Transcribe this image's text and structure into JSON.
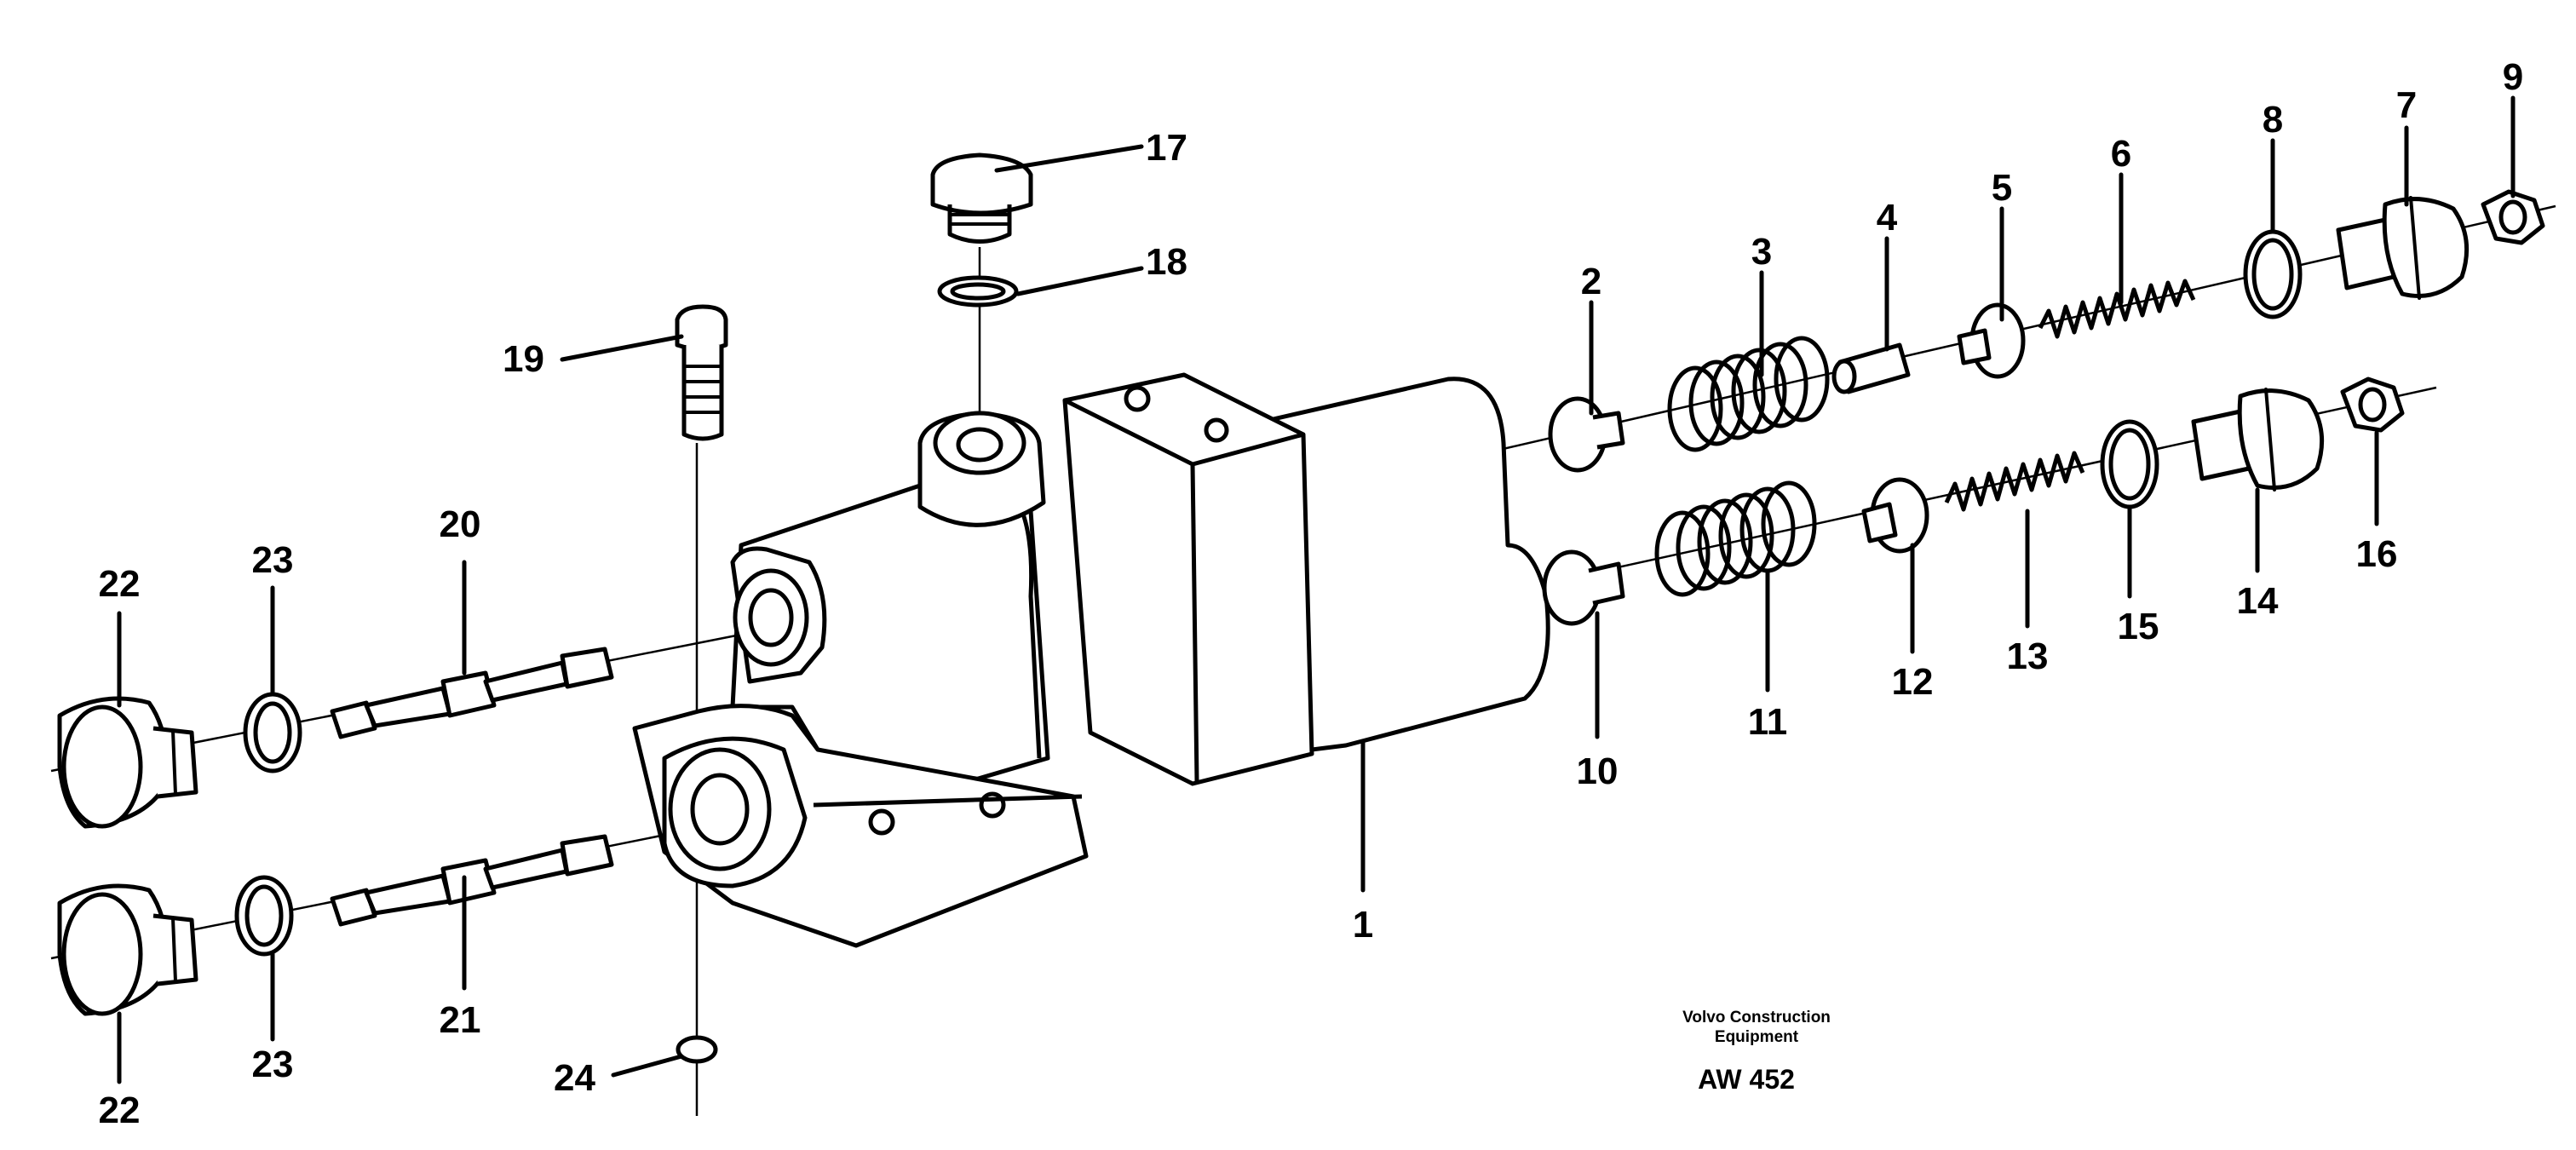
{
  "labels": {
    "l1": "1",
    "l2": "2",
    "l3": "3",
    "l4": "4",
    "l5": "5",
    "l6": "6",
    "l7": "7",
    "l8": "8",
    "l9": "9",
    "l10": "10",
    "l11": "11",
    "l12": "12",
    "l13": "13",
    "l14": "14",
    "l15": "15",
    "l16": "16",
    "l17": "17",
    "l18": "18",
    "l19": "19",
    "l20": "20",
    "l21": "21",
    "l22a": "22",
    "l22b": "22",
    "l23a": "23",
    "l23b": "23",
    "l24": "24"
  },
  "brand": {
    "line1": "Volvo Construction",
    "line2": "Equipment"
  },
  "drawing_code": "AW 452"
}
